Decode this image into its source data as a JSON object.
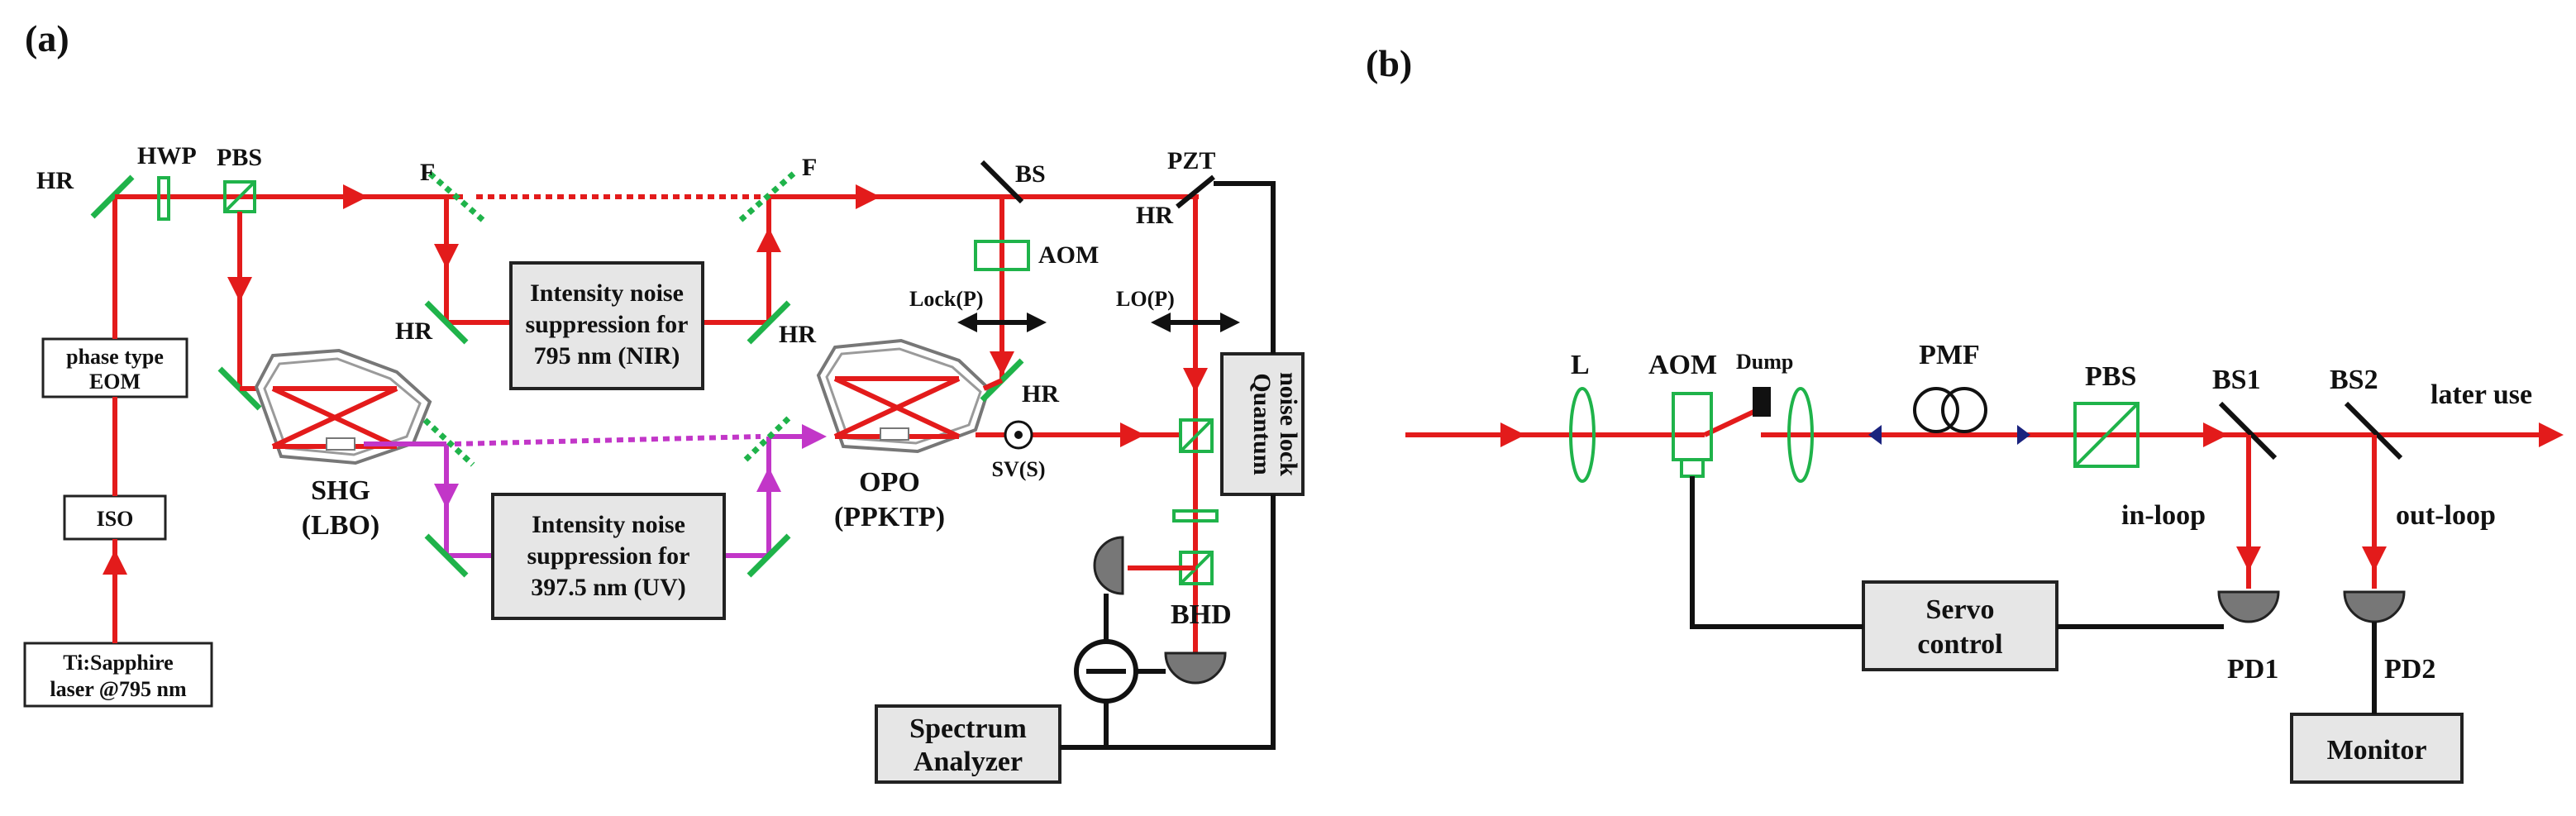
{
  "panel_a": {
    "label": "(a)",
    "labels": {
      "hr_left": "HR",
      "hwp": "HWP",
      "pbs": "PBS",
      "f_left": "F",
      "f_right": "F",
      "bs": "BS",
      "pzt": "PZT",
      "hr_pzt": "HR",
      "aom": "AOM",
      "lock": "Lock(P)",
      "lo": "LO(P)",
      "hr_mid_left": "HR",
      "hr_mid_right": "HR",
      "hr_opo": "HR",
      "shg": "SHG",
      "shg_crystal": "(LBO)",
      "opo": "OPO",
      "opo_crystal": "(PPKTP)",
      "sv": "SV(S)",
      "bhd": "BHD"
    },
    "boxes": {
      "eom": [
        "phase type",
        "EOM"
      ],
      "iso": "ISO",
      "laser": [
        "Ti:Sapphire",
        "laser @795 nm"
      ],
      "nir": [
        "Intensity noise",
        "suppression for",
        "795 nm (NIR)"
      ],
      "uv": [
        "Intensity noise",
        "suppression for",
        "397.5 nm (UV)"
      ],
      "qnl": [
        "Quantum",
        "noise lock"
      ],
      "sa": [
        "Spectrum",
        "Analyzer"
      ]
    }
  },
  "panel_b": {
    "label": "(b)",
    "labels": {
      "l": "L",
      "aom": "AOM",
      "dump": "Dump",
      "pmf": "PMF",
      "pbs": "PBS",
      "bs1": "BS1",
      "bs2": "BS2",
      "later_use": "later use",
      "in_loop": "in-loop",
      "out_loop": "out-loop",
      "pd1": "PD1",
      "pd2": "PD2"
    },
    "boxes": {
      "servo": [
        "Servo",
        "control"
      ],
      "monitor": "Monitor"
    }
  },
  "colors": {
    "fundamental_beam": "#e31b1b",
    "uv_beam": "#c236c8",
    "optics": "#1fb34a",
    "electronics": "#111111"
  }
}
